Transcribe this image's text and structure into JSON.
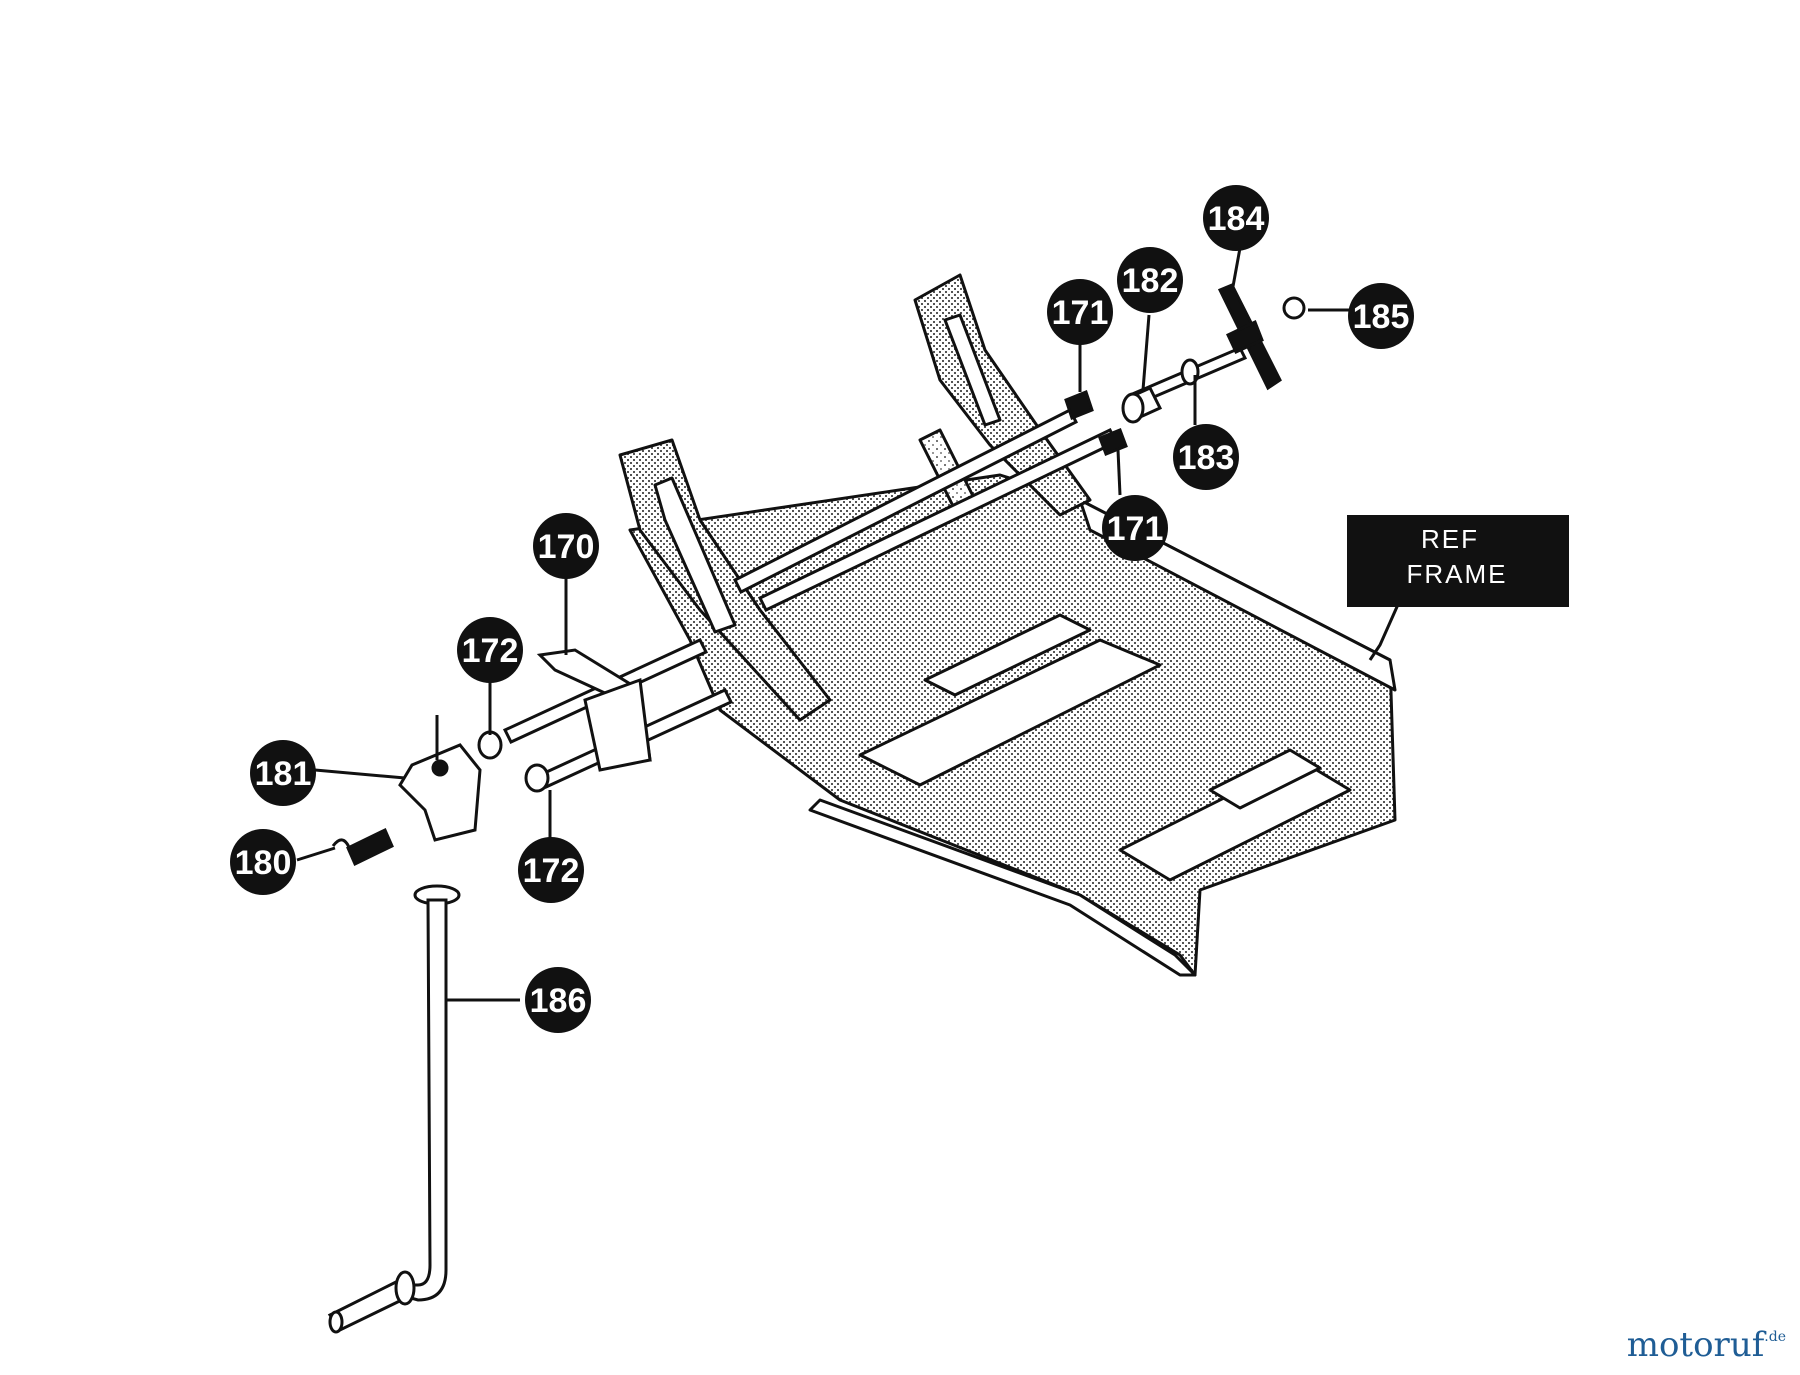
{
  "callouts": {
    "c184": "184",
    "c171a": "171",
    "c182": "182",
    "c185": "185",
    "c183": "183",
    "c171b": "171",
    "c170": "170",
    "c172a": "172",
    "c181": "181",
    "c180": "180",
    "c172b": "172",
    "c186": "186"
  },
  "ref_box": {
    "line1": "REF",
    "line2": "FRAME"
  },
  "watermark": {
    "name": "motoruf",
    "suffix": ".de"
  },
  "colors": {
    "ink": "#111111",
    "paper": "#ffffff",
    "hatch": "#8a8a8a",
    "watermark": "#1f5d95"
  }
}
